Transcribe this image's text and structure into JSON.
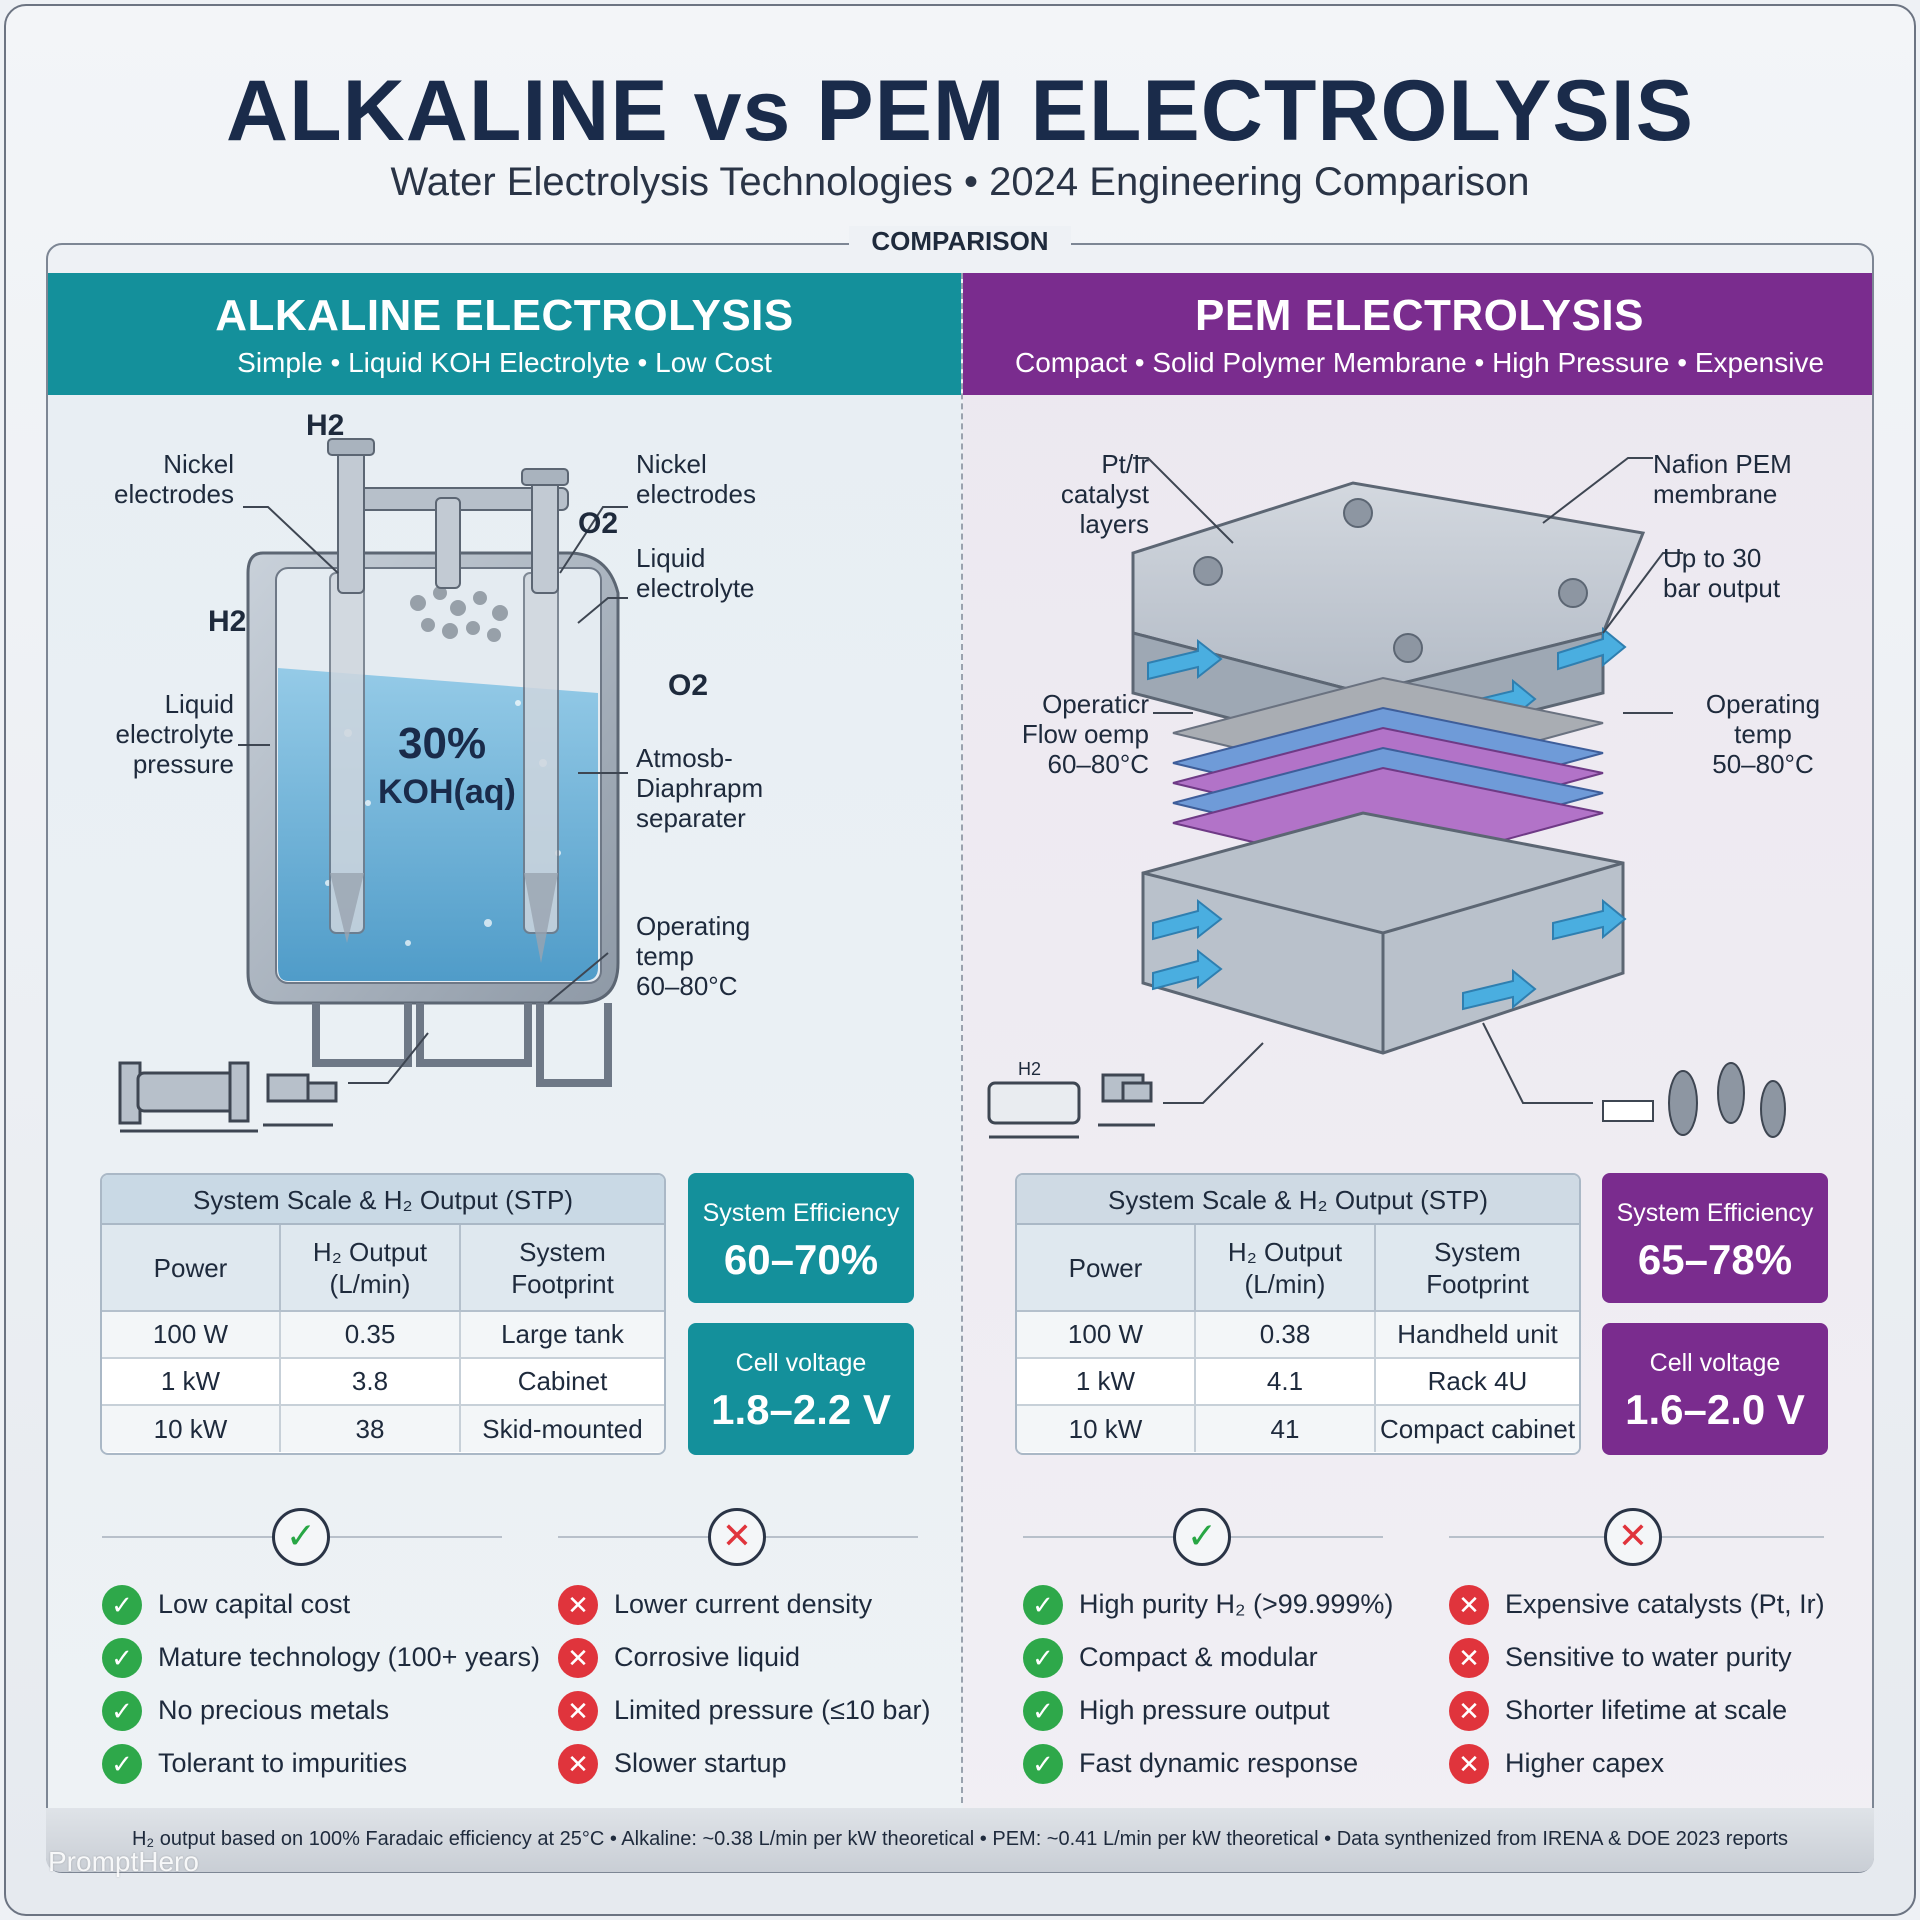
{
  "title": "ALKALINE vs PEM ELECTROLYSIS",
  "subtitle": "Water Electrolysis Technologies • 2024 Engineering Comparison",
  "section_label": "COMPARISON",
  "colors": {
    "alkaline": "#14909b",
    "pem": "#7a2c8e",
    "pro": "#2ea84a",
    "con": "#e0343c"
  },
  "alkaline": {
    "title": "ALKALINE ELECTROLYSIS",
    "tagline": "Simple • Liquid KOH Electrolyte • Low Cost",
    "diagram": {
      "h2_top": "H2",
      "h2_left": "H2",
      "o2_top": "O2",
      "o2_right": "O2",
      "electrolyte_big": "30%",
      "electrolyte_small": "KOH(aq)",
      "callouts": {
        "nickel_left": "Nickel\nelectrodes",
        "liquid_pressure": "Liquid\nelectrolyte\npressure",
        "nickel_right": "Nickel\nelectrodes",
        "liquid_electrolyte": "Liquid\nelectrolyte",
        "diaphragm": "Atmosb-\nDiaphrapm\nseparater",
        "operating_temp": "Operating\ntemp\n60–80°C"
      }
    },
    "table": {
      "title": "System Scale & H₂ Output (STP)",
      "headers": [
        "Power",
        "H₂ Output\n(L/min)",
        "System\nFootprint"
      ],
      "rows": [
        [
          "100 W",
          "0.35",
          "Large tank"
        ],
        [
          "1 kW",
          "3.8",
          "Cabinet"
        ],
        [
          "10 kW",
          "38",
          "Skid-mounted"
        ]
      ]
    },
    "efficiency": {
      "label": "System Efficiency",
      "value": "60–70%"
    },
    "voltage": {
      "label": "Cell voltage",
      "value": "1.8–2.2 V"
    },
    "pros": [
      "Low capital cost",
      "Mature technology (100+ years)",
      "No precious metals",
      "Tolerant to impurities"
    ],
    "cons": [
      "Lower current density",
      "Corrosive liquid",
      "Limited pressure (≤10 bar)",
      "Slower startup"
    ]
  },
  "pem": {
    "title": "PEM ELECTROLYSIS",
    "tagline": "Compact • Solid Polymer Membrane • High Pressure • Expensive",
    "diagram": {
      "h2_small": "H2",
      "callouts": {
        "catalyst": "Pt/Ir\ncatalyst\nlayers",
        "membrane": "Nafion PEM\nmembrane",
        "pressure": "Up to 30\nbar output",
        "flow_temp": "Operaticr\nFlow oemp\n60–80°C",
        "operating_temp": "Operating\ntemp\n50–80°C"
      }
    },
    "table": {
      "title": "System Scale & H₂ Output (STP)",
      "headers": [
        "Power",
        "H₂ Output\n(L/min)",
        "System\nFootprint"
      ],
      "rows": [
        [
          "100 W",
          "0.38",
          "Handheld unit"
        ],
        [
          "1 kW",
          "4.1",
          "Rack 4U"
        ],
        [
          "10 kW",
          "41",
          "Compact cabinet"
        ]
      ]
    },
    "efficiency": {
      "label": "System Efficiency",
      "value": "65–78%"
    },
    "voltage": {
      "label": "Cell voltage",
      "value": "1.6–2.0 V"
    },
    "pros": [
      "High purity H₂ (>99.999%)",
      "Compact & modular",
      "High pressure output",
      "Fast dynamic response"
    ],
    "cons": [
      "Expensive catalysts (Pt, Ir)",
      "Sensitive to water purity",
      "Shorter lifetime at scale",
      "Higher capex"
    ]
  },
  "icons": {
    "pro": "check-icon",
    "con": "cross-icon"
  },
  "footnote": "H₂ output based on 100% Faradaic efficiency at 25°C • Alkaline: ~0.38 L/min per kW theoretical • PEM: ~0.41 L/min per kW theoretical • Data synthenized from IRENA & DOE 2023 reports",
  "watermark": "PromptHero"
}
